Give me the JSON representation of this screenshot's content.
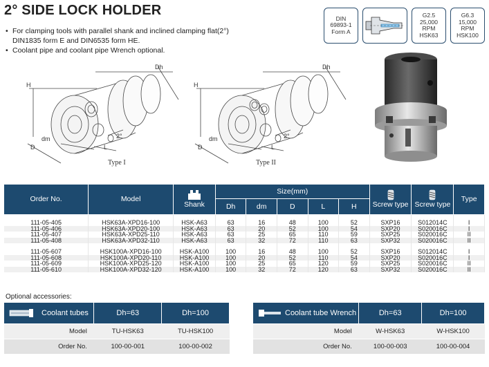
{
  "title": "2° SIDE LOCK HOLDER",
  "bullets": [
    "For clamping tools with parallel shank and inclined clamping flat(2°)",
    "DIN1835 form E and DIN6535 form HE.",
    "Coolant pipe and coolant pipe Wrench optional."
  ],
  "badges": {
    "din": [
      "DIN",
      "69893-1",
      "Form A"
    ],
    "g25": [
      "G2.5",
      "25,000",
      "RPM",
      "HSK63"
    ],
    "g63": [
      "G6.3",
      "15,000",
      "RPM",
      "HSK100"
    ]
  },
  "figures": {
    "type1": {
      "label": "Type I",
      "dims": {
        "Dh": "Dh",
        "H": "H",
        "D": "D",
        "dm": "dm",
        "L": "L",
        "angle": "2°"
      }
    },
    "type2": {
      "label": "Type II",
      "dims": {
        "Dh": "Dh",
        "H": "H",
        "D": "D",
        "dm": "dm",
        "L": "L",
        "angle": "2°"
      }
    }
  },
  "spec_table": {
    "headers": {
      "order_no": "Order No.",
      "model": "Model",
      "shank": "Shank",
      "size": "Size(mm)",
      "dh": "Dh",
      "dm": "dm",
      "d": "D",
      "l": "L",
      "h": "H",
      "screw1": "Screw type",
      "screw2": "Screw type",
      "type": "Type"
    },
    "group1": [
      [
        "111-05-405",
        "HSK63A-XPD16-100",
        "HSK-A63",
        "63",
        "16",
        "48",
        "100",
        "52",
        "SXP16",
        "S012014C",
        "I"
      ],
      [
        "111-05-406",
        "HSK63A-XPD20-100",
        "HSK-A63",
        "63",
        "20",
        "52",
        "100",
        "54",
        "SXP20",
        "S020016C",
        "I"
      ],
      [
        "111-05-407",
        "HSK63A-XPD25-110",
        "HSK-A63",
        "63",
        "25",
        "65",
        "110",
        "59",
        "SXP25",
        "S020016C",
        "II"
      ],
      [
        "111-05-408",
        "HSK63A-XPD32-110",
        "HSK-A63",
        "63",
        "32",
        "72",
        "110",
        "63",
        "SXP32",
        "S020016C",
        "II"
      ]
    ],
    "group2": [
      [
        "111-05-607",
        "HSK100A-XPD16-100",
        "HSK-A100",
        "100",
        "16",
        "48",
        "100",
        "52",
        "SXP16",
        "S012014C",
        "I"
      ],
      [
        "111-05-608",
        "HSK100A-XPD20-110",
        "HSK-A100",
        "100",
        "20",
        "52",
        "110",
        "54",
        "SXP20",
        "S020016C",
        "I"
      ],
      [
        "111-05-609",
        "HSK100A-XPD25-120",
        "HSK-A100",
        "100",
        "25",
        "65",
        "120",
        "59",
        "SXP25",
        "S020016C",
        "II"
      ],
      [
        "111-05-610",
        "HSK100A-XPD32-120",
        "HSK-A100",
        "100",
        "32",
        "72",
        "120",
        "63",
        "SXP32",
        "S020016C",
        "II"
      ]
    ]
  },
  "optional_label": "Optional accessories:",
  "coolant_tubes": {
    "title": "Coolant tubes",
    "col1": "Dh=63",
    "col2": "Dh=100",
    "rows": [
      {
        "label": "Model",
        "v1": "TU-HSK63",
        "v2": "TU-HSK100"
      },
      {
        "label": "Order No.",
        "v1": "100-00-001",
        "v2": "100-00-002"
      }
    ]
  },
  "wrench": {
    "title": "Coolant tube Wrench",
    "col1": "Dh=63",
    "col2": "Dh=100",
    "rows": [
      {
        "label": "Model",
        "v1": "W-HSK63",
        "v2": "W-HSK100"
      },
      {
        "label": "Order No.",
        "v1": "100-00-003",
        "v2": "100-00-004"
      }
    ]
  },
  "colors": {
    "header_bg": "#1d4a6f",
    "badge_border": "#2a4d6e"
  }
}
